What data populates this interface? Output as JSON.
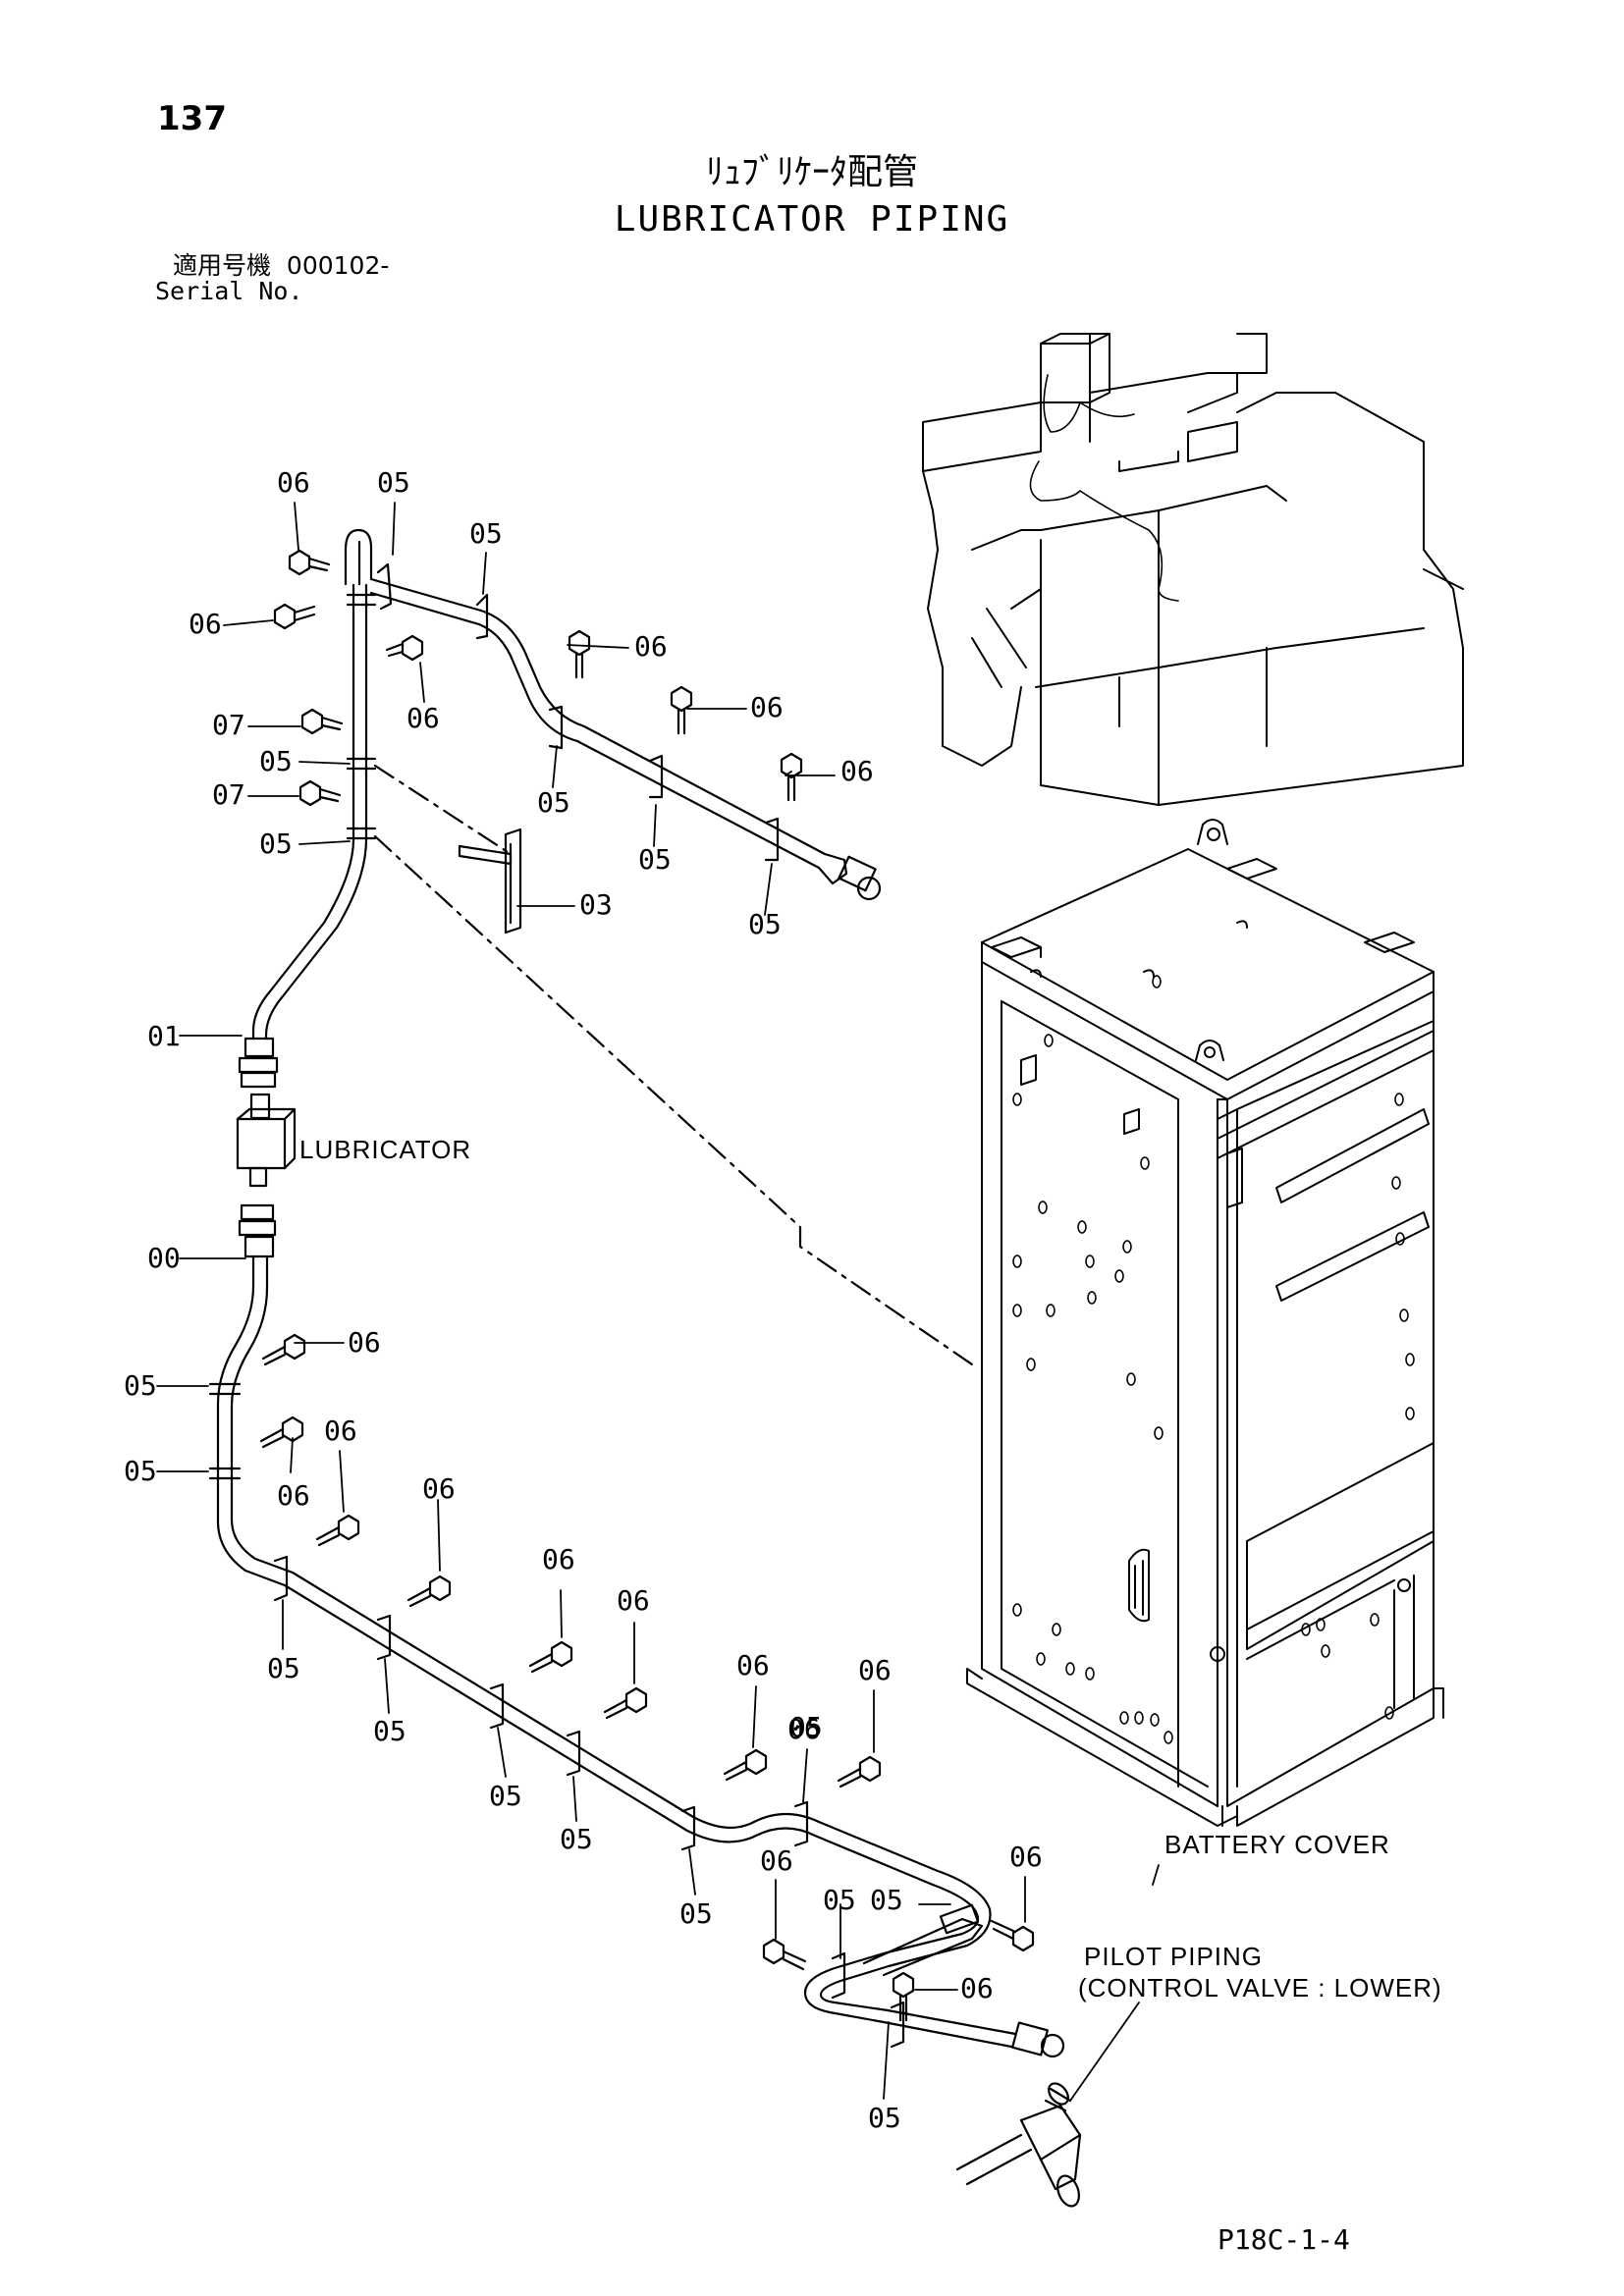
{
  "page_number": "137",
  "title_jp": "ﾘｭﾌﾞﾘｹｰﾀ配管",
  "title_en": "LUBRICATOR PIPING",
  "serial_label_jp": "適用号機",
  "serial_value": "000102-",
  "serial_label_en": "Serial No.",
  "notes": {
    "lubricator": "LUBRICATOR",
    "battery_cover": "BATTERY COVER",
    "pilot_piping_1": "PILOT PIPING",
    "pilot_piping_2": "(CONTROL VALVE : LOWER)"
  },
  "callouts": [
    "06",
    "05",
    "05",
    "06",
    "06",
    "06",
    "06",
    "06",
    "07",
    "05",
    "05",
    "07",
    "05",
    "05",
    "05",
    "03",
    "01",
    "00",
    "06",
    "05",
    "05",
    "06",
    "06",
    "06",
    "06",
    "05",
    "05",
    "06",
    "06",
    "05",
    "05",
    "05",
    "06",
    "06",
    "06",
    "05",
    "06",
    "05",
    "05",
    "05",
    "06",
    "06",
    "05"
  ],
  "footer_code": "P18C-1-4"
}
